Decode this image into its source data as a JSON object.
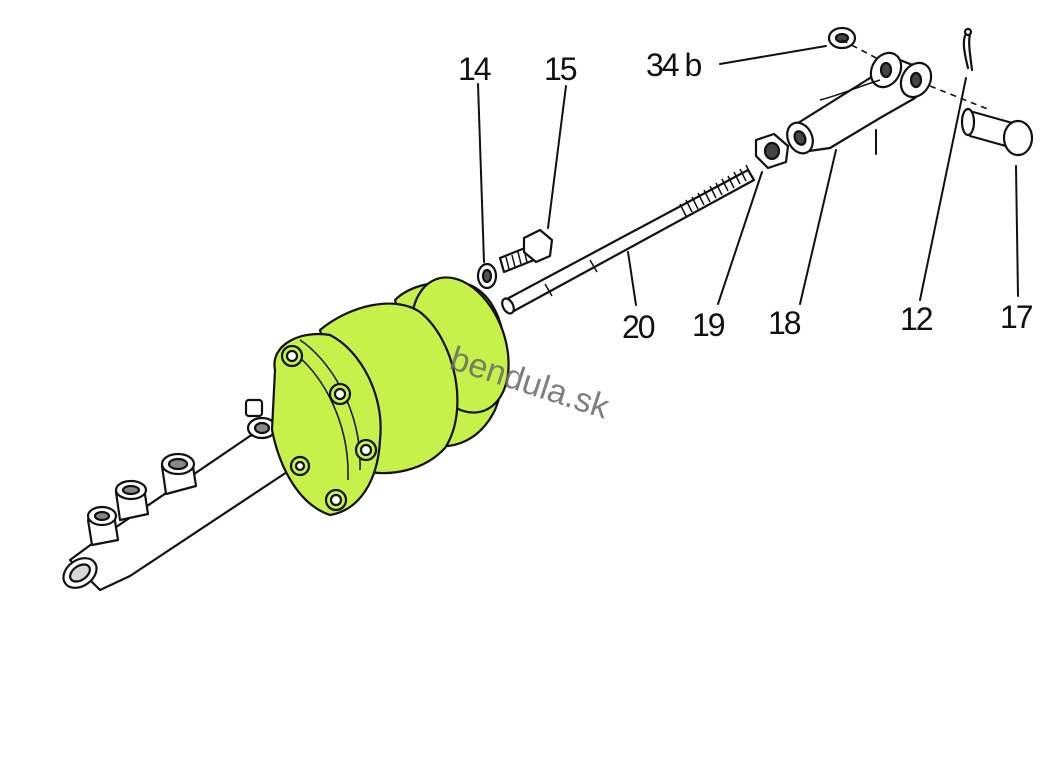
{
  "colors": {
    "highlight": "#c6f04a",
    "ink": "#111111",
    "watermark": "#6b6b6b",
    "background": "#ffffff"
  },
  "labels": {
    "p14": "14",
    "p15": "15",
    "p34b": "34 b",
    "p20": "20",
    "p19": "19",
    "p18": "18",
    "p12": "12",
    "p17": "17"
  },
  "watermark": "bendula.sk"
}
